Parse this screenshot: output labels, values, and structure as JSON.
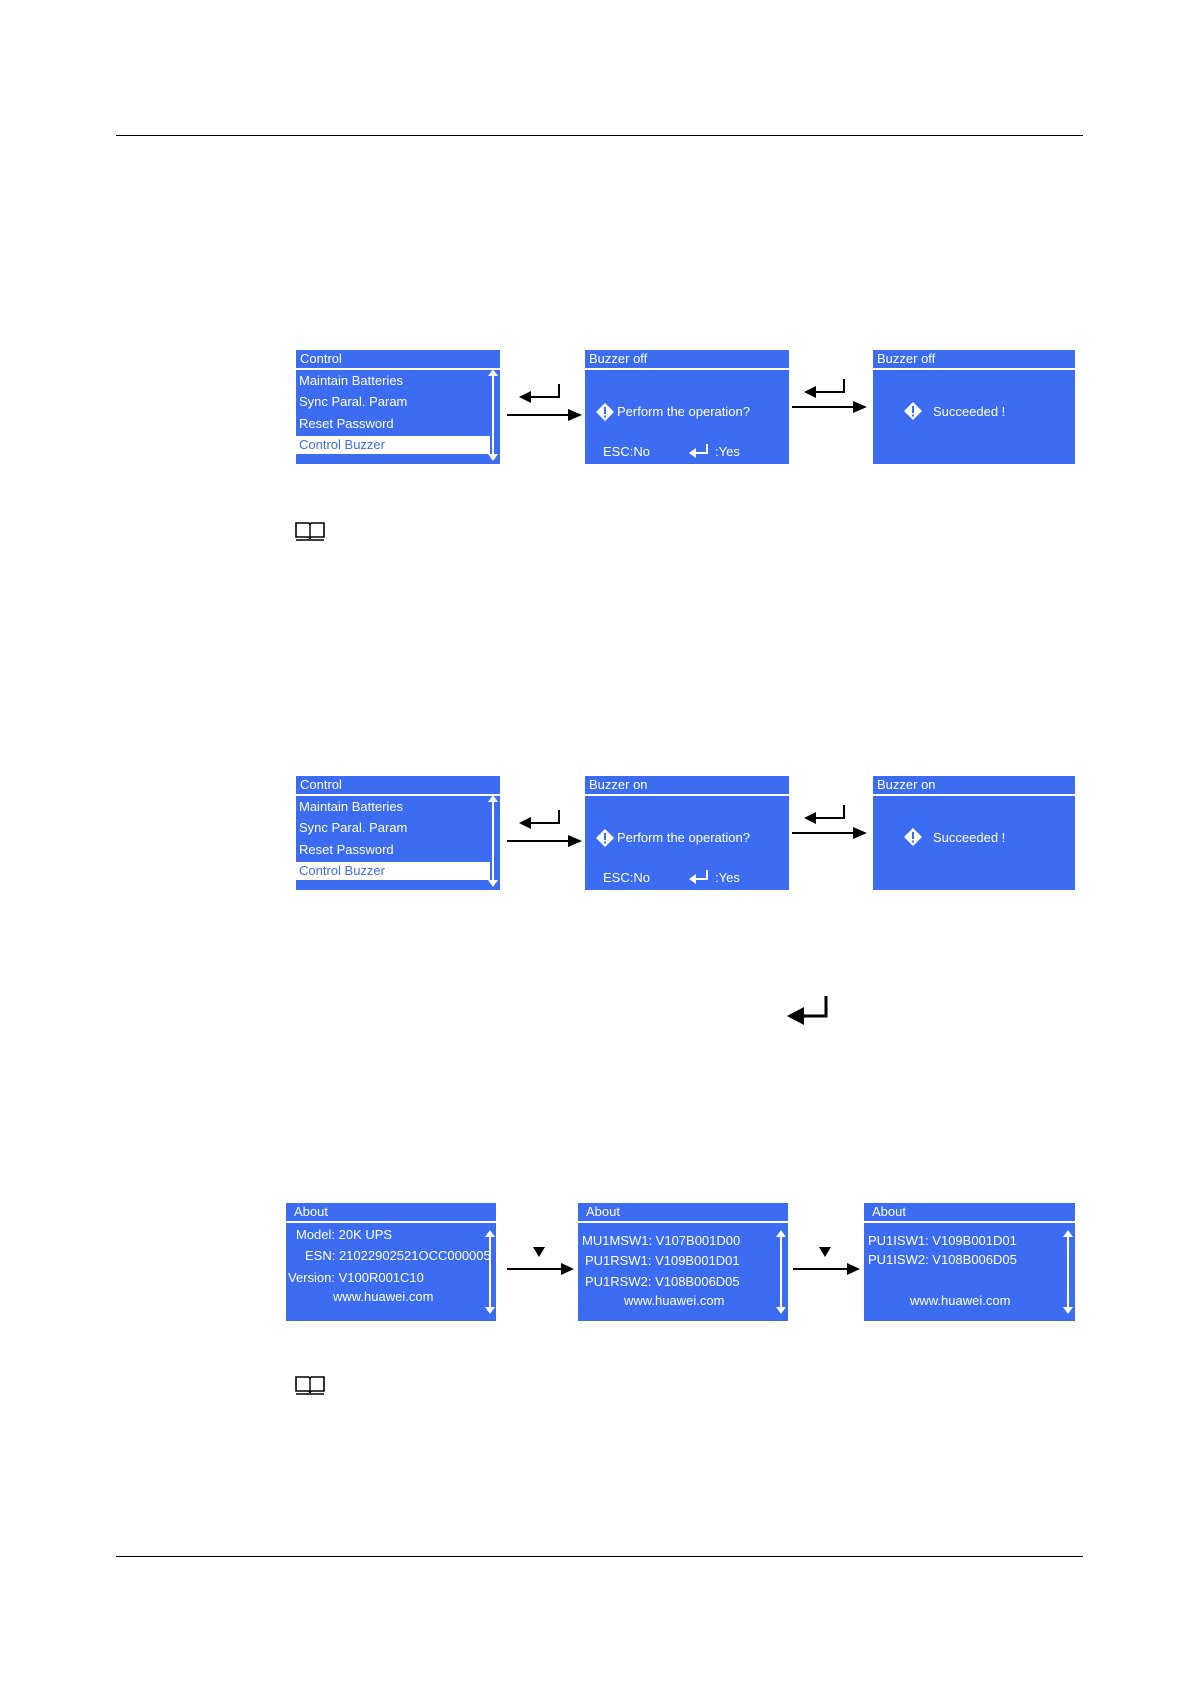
{
  "figure1": {
    "menu": {
      "title": "Control",
      "items": [
        "Maintain Batteries",
        "Sync Paral. Param",
        "Reset Password",
        "Control Buzzer"
      ]
    },
    "confirm": {
      "title": "Buzzer off",
      "question": "Perform the operation?",
      "esc": "ESC:No",
      "yes": ":Yes"
    },
    "result": {
      "title": "Buzzer off",
      "message": "Succeeded !"
    }
  },
  "figure2": {
    "menu": {
      "title": "Control",
      "items": [
        "Maintain Batteries",
        "Sync Paral. Param",
        "Reset Password",
        "Control Buzzer"
      ]
    },
    "confirm": {
      "title": "Buzzer on",
      "question": "Perform the operation?",
      "esc": "ESC:No",
      "yes": ":Yes"
    },
    "result": {
      "title": "Buzzer on",
      "message": "Succeeded !"
    }
  },
  "figure3": {
    "screen1": {
      "title": "About",
      "model": "Model: 20K UPS",
      "esn": "ESN: 21022902521OCC000005",
      "version": "Version: V100R001C10",
      "url": "www.huawei.com"
    },
    "screen2": {
      "title": "About",
      "lines": [
        "MU1MSW1: V107B001D00",
        "PU1RSW1: V109B001D01",
        "PU1RSW2: V108B006D05"
      ],
      "url": "www.huawei.com"
    },
    "screen3": {
      "title": "About",
      "lines": [
        "PU1ISW1: V109B001D01",
        "PU1ISW2: V108B006D05"
      ],
      "url": "www.huawei.com"
    }
  },
  "icons": {
    "enter": "enter-key-icon",
    "down": "down-key-icon",
    "warning": "warning-diamond-icon",
    "note": "note-book-icon"
  },
  "colors": {
    "screen": "#3b6cf2",
    "text": "#ffffff"
  }
}
